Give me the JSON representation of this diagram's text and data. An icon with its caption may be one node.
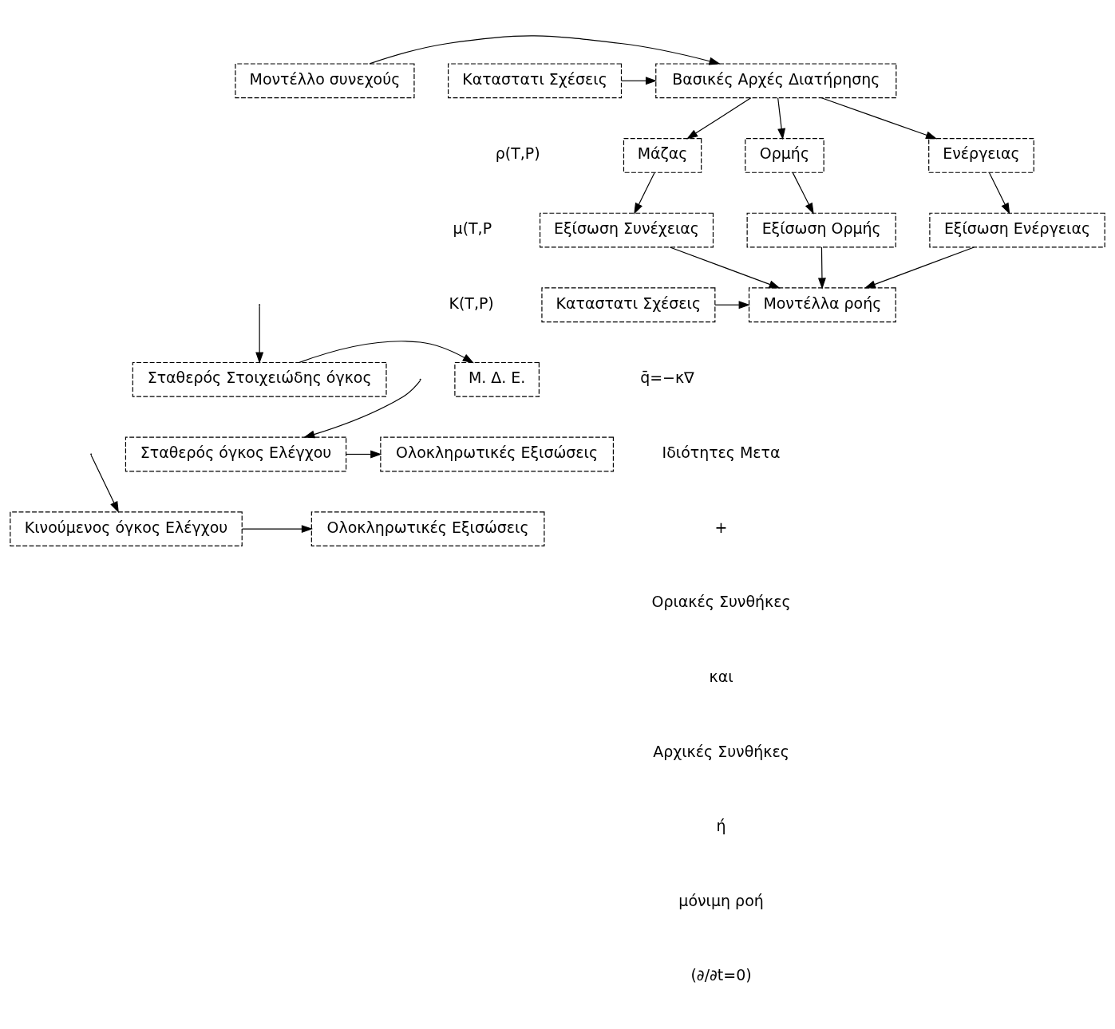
{
  "diagram": {
    "nodes": [
      {
        "text": [
          "Μοντέλλο συνεχούς"
        ]
      },
      {
        "text": [
          "Βασικές Αρχές Διατήρησης"
        ]
      },
      {
        "text": [
          "Καταστατι Σχέσεις"
        ]
      },
      {
        "text": [
          "Μάζας"
        ]
      },
      {
        "text": [
          "Ορμής"
        ]
      },
      {
        "text": [
          "Ενέργειας"
        ]
      },
      {
        "text": [
          "Εξίσωση Συνέχειας"
        ]
      },
      {
        "text": [
          "Εξίσωση Ορμής"
        ]
      },
      {
        "text": [
          "Εξίσωση Ενέργειας"
        ]
      },
      {
        "text": [
          "Μοντέλλα ροής"
        ]
      },
      {
        "text": [
          "Καταστατι Σχέσεις"
        ]
      },
      {
        "text": [
          "Σταθερός Στοιχειώδης όγκος"
        ]
      },
      {
        "text": [
          "Μ. Δ. Ε."
        ]
      },
      {
        "text": [
          "Σταθερός όγκος Ελέγχου"
        ]
      },
      {
        "text": [
          "Ολοκληρωτικές Εξισώσεις"
        ]
      },
      {
        "text": [
          "Κινούμενος όγκος Ελέγχου"
        ]
      },
      {
        "text": [
          "Ολοκληρωτικές Εξισώσεις"
        ]
      }
    ],
    "edges": [
      {
        "from": 0,
        "to": 1,
        "arrow": "to"
      },
      {
        "from": 2,
        "to": 1,
        "arrow": "to"
      },
      {
        "from": 1,
        "to": 3,
        "arrow": "to"
      },
      {
        "from": 1,
        "to": 4,
        "arrow": "to"
      },
      {
        "from": 1,
        "to": 5,
        "arrow": "to"
      },
      {
        "from": 3,
        "to": 6,
        "arrow": "to"
      },
      {
        "from": 4,
        "to": 7,
        "arrow": "to"
      },
      {
        "from": 5,
        "to": 8,
        "arrow": "to"
      },
      {
        "from": 6,
        "to": 9,
        "arrow": "to"
      },
      {
        "from": 7,
        "to": 9,
        "arrow": "to"
      },
      {
        "from": 8,
        "to": 9,
        "arrow": "to"
      },
      {
        "from": 10,
        "to": 9,
        "arrow": "to"
      },
      {
        "from": null,
        "to": 11,
        "arrow": "to"
      },
      {
        "from": 11,
        "to": 12,
        "arrow": "to"
      },
      {
        "from": null,
        "to": 13,
        "arrow": "to"
      },
      {
        "from": 13,
        "to": 14,
        "arrow": "to"
      },
      {
        "from": null,
        "to": 15,
        "arrow": "to"
      },
      {
        "from": 15,
        "to": 16,
        "arrow": "to"
      }
    ],
    "labels": [
      "ρ(T,P)",
      "μ(T,P",
      "K(T,P)",
      "q̄=−κ∇",
      "Ιδιότητες Μετα",
      "+",
      "Οριακές Συνθήκες",
      "και",
      "Αρχικές Συνθήκες",
      "ή",
      "μόνιμη ροή",
      "(∂/∂t=0)"
    ]
  }
}
